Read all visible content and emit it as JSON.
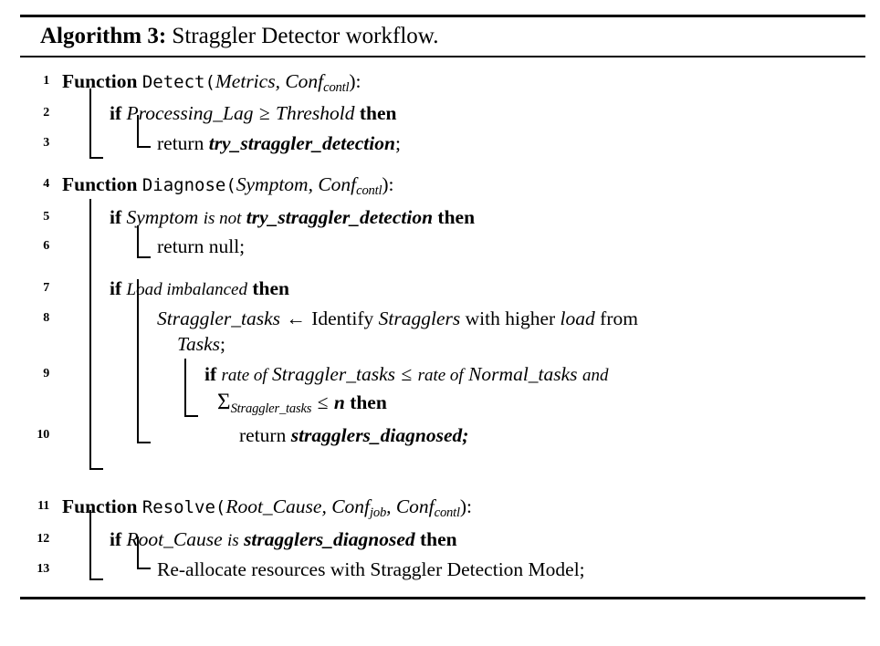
{
  "caption": {
    "label": "Algorithm 3:",
    "title": "Straggler Detector workflow."
  },
  "lines": [
    {
      "no": "1",
      "text": "Function Detect(Metrics, Conf_contl):"
    },
    {
      "no": "2",
      "text": "if Processing_Lag ≥ Threshold then"
    },
    {
      "no": "3",
      "text": "return try_straggler_detection;"
    },
    {
      "no": "4",
      "text": "Function Diagnose(Symptom, Conf_contl):"
    },
    {
      "no": "5",
      "text": "if Symptom is not try_straggler_detection then"
    },
    {
      "no": "6",
      "text": "return null;"
    },
    {
      "no": "7",
      "text": "if Load imbalanced then"
    },
    {
      "no": "8",
      "text": "Straggler_tasks ← Identify Stragglers with higher load from Tasks;"
    },
    {
      "no": "9",
      "text": "if rate of Straggler_tasks ≤ rate of Normal_tasks and Σ_Straggler_tasks ≤ n then"
    },
    {
      "no": "10",
      "text": "return stragglers_diagnosed;"
    },
    {
      "no": "11",
      "text": "Function Resolve(Root_Cause, Conf_job, Conf_contl):"
    },
    {
      "no": "12",
      "text": "if Root_Cause is stragglers_diagnosed then"
    },
    {
      "no": "13",
      "text": "Re-allocate resources with Straggler Detection Model;"
    }
  ],
  "tokens": {
    "function": "Function",
    "if": "if",
    "then": "then",
    "return": "return",
    "is": "is",
    "is_not": "is not",
    "and": "and",
    "rate_of": "rate of",
    "detect": "Detect(",
    "diagnose": "Diagnose(",
    "resolve": "Resolve(",
    "close_paren": "):",
    "metrics": "Metrics",
    "comma": ", ",
    "conf": "Conf",
    "sub_contl": "contl",
    "sub_job": "job",
    "symptom": "Symptom",
    "processing_lag": "Processing_Lag",
    "ge": "≥",
    "le": "≤",
    "threshold": "Threshold",
    "try_straggler_detection": "try_straggler_detection",
    "null": "null;",
    "load_imbalanced": "Load imbalanced",
    "straggler_tasks": "Straggler_tasks",
    "arrow": "←",
    "identify": "Identify",
    "stragglers": "Stragglers",
    "with_higher": "with higher",
    "load": "load",
    "from": "from",
    "tasks": "Tasks",
    "semicolon": ";",
    "normal_tasks": "Normal_tasks",
    "sigma": "Σ",
    "sub_straggler_tasks": "Straggler_tasks",
    "n": "n",
    "stragglers_diagnosed": "stragglers_diagnosed;",
    "root_cause": "Root_Cause",
    "stragglers_diagnosed_plain": "stragglers_diagnosed",
    "reallocate": "Re-allocate resources with Straggler Detection Model;"
  }
}
